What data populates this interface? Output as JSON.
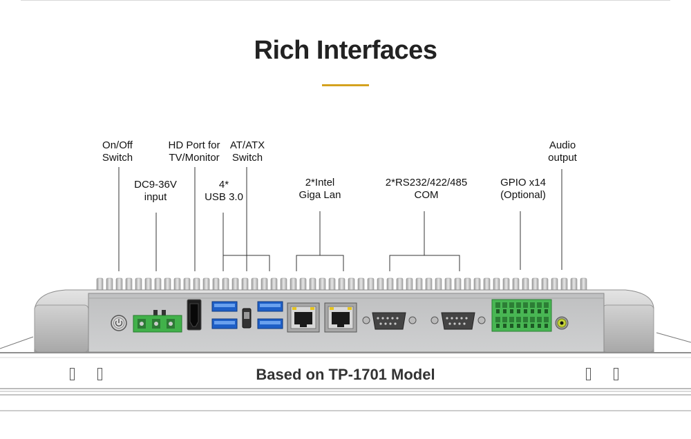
{
  "title": "Rich Interfaces",
  "footer": "Based on TP-1701 Model",
  "colors": {
    "accent": "#d4a21e",
    "connector_green": "#3fae4a",
    "usb_blue": "#2f6fd1",
    "chassis": "#b9babb"
  },
  "labels": {
    "onoff": [
      "On/Off",
      "Switch"
    ],
    "dc": [
      "DC9-36V",
      "input"
    ],
    "hd": [
      "HD Port for",
      "TV/Monitor"
    ],
    "usb": [
      "4*",
      "USB 3.0"
    ],
    "atatx": [
      "AT/ATX",
      "Switch"
    ],
    "lan": [
      "2*Intel",
      "Giga Lan"
    ],
    "com": [
      "2*RS232/422/485",
      "COM"
    ],
    "gpio": [
      "GPIO x14",
      "(Optional)"
    ],
    "audio": [
      "Audio",
      "output"
    ]
  }
}
